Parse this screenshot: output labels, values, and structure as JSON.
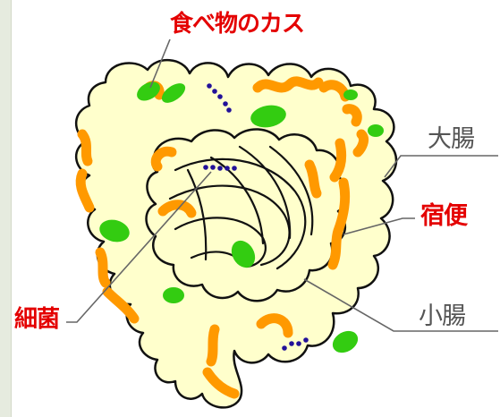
{
  "labels": {
    "food_residue": "食べ物のカス",
    "large_intestine": "大腸",
    "impacted_stool": "宿便",
    "small_intestine": "小腸",
    "bacteria": "細菌"
  },
  "colors": {
    "intestine_fill": "#ffffcc",
    "outline": "#111111",
    "residue_orange": "#ff9900",
    "food_green": "#33cc11",
    "bacteria_dots": "#221199",
    "red_label": "#e40000",
    "gray_label": "#555555",
    "side_panel": "#e6ebdf"
  }
}
